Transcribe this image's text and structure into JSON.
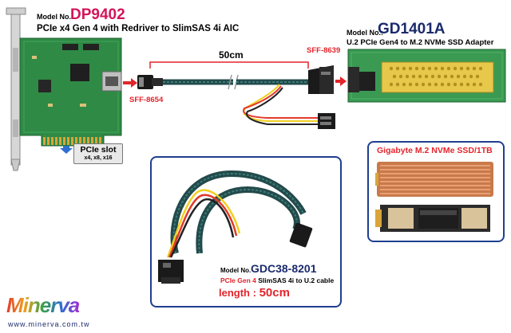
{
  "left_card": {
    "model_prefix": "Model No.:",
    "model": "DP9402",
    "desc": "PCIe x4 Gen 4 with Redriver to SlimSAS 4i AIC",
    "slot_title": "PCIe slot",
    "slot_sub": "x4, x8, x16",
    "connector_label": "SFF-8654"
  },
  "cable_top": {
    "length": "50cm",
    "connector_label": "SFF-8639"
  },
  "right_card": {
    "model_prefix": "Model No.:",
    "model": "GD1401A",
    "desc": "U.2 PCIe Gen4 to M.2 NVMe SSD Adapter"
  },
  "ssd_box": {
    "title": "Gigabyte M.2 NVMe SSD/1TB"
  },
  "cable_box": {
    "model_prefix": "Model No.",
    "model": "GDC38-8201",
    "desc_highlight": "PCIe Gen 4",
    "desc_rest": " SlimSAS 4i to U.2 cable",
    "length_label": "length :",
    "length_value": "50cm"
  },
  "brand": {
    "logo": "Minerva",
    "url": "www.minerva.com.tw"
  },
  "colors": {
    "accent_red": "#e3242b",
    "magenta": "#d4145a",
    "pcb_green": "#2f8a45",
    "box_border": "#1f3f8f"
  }
}
